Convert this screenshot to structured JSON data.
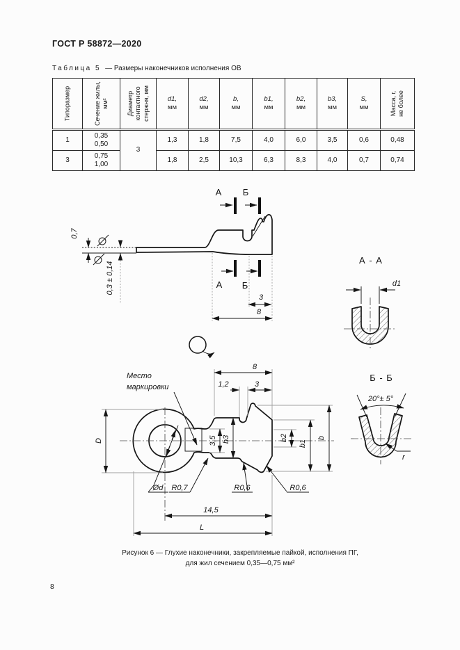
{
  "page": {
    "header": "ГОСТ Р 58872—2020",
    "number": "8"
  },
  "table": {
    "label_word": "Таблица 5",
    "label_rest": "— Размеры наконечников исполнения ОВ",
    "headers": {
      "col1": "Типоразмер",
      "col2": "Сечение жилы,\nмм²",
      "col3": "Диаметр\nконтактного\nстержня, мм",
      "col11": "Масса, г,\nне более",
      "d1": {
        "sym": "d1,",
        "unit": "мм"
      },
      "d2": {
        "sym": "d2,",
        "unit": "мм"
      },
      "b": {
        "sym": "b,",
        "unit": "мм"
      },
      "b1": {
        "sym": "b1,",
        "unit": "мм"
      },
      "b2": {
        "sym": "b2,",
        "unit": "мм"
      },
      "b3": {
        "sym": "b3,",
        "unit": "мм"
      },
      "s": {
        "sym": "S,",
        "unit": "мм"
      }
    },
    "shared_diameter": "3",
    "rows": [
      {
        "size": "1",
        "section": "0,35\n0,50",
        "d1": "1,3",
        "d2": "1,8",
        "b": "7,5",
        "b1": "4,0",
        "b2": "6,0",
        "b3": "3,5",
        "s": "0,6",
        "mass": "0,48"
      },
      {
        "size": "3",
        "section": "0,75\n1,00",
        "d1": "1,8",
        "d2": "2,5",
        "b": "10,3",
        "b1": "6,3",
        "b2": "8,3",
        "b3": "4,0",
        "s": "0,7",
        "mass": "0,74"
      }
    ]
  },
  "drawing": {
    "side": {
      "dim_07": "0,7",
      "dim_tol": "0,3 ± 0,14",
      "sec_a": "А",
      "sec_b": "Б",
      "dim_3": "3",
      "dim_8": "8"
    },
    "aa": {
      "title": "А - А",
      "d1": "d1"
    },
    "plan": {
      "mark1": "Место",
      "mark2": "маркировки",
      "dim_8": "8",
      "dim_12": "1,2",
      "dim_3": "3",
      "D": "D",
      "dim_35": "3,5",
      "b3": "b3",
      "b2": "b2",
      "b1": "b1",
      "b": "b",
      "od": "Ød",
      "r07": "R0,7",
      "r06_1": "R0,6",
      "r06_2": "R0,6",
      "dim_145": "14,5",
      "L": "L"
    },
    "bb": {
      "title": "Б - Б",
      "angle": "20°± 5°",
      "r": "r"
    }
  },
  "caption": {
    "line1": "Рисунок 6 — Глухие наконечники, закрепляемые пайкой, исполнения ПГ,",
    "line2": "для жил сечением 0,35—0,75 мм²"
  }
}
